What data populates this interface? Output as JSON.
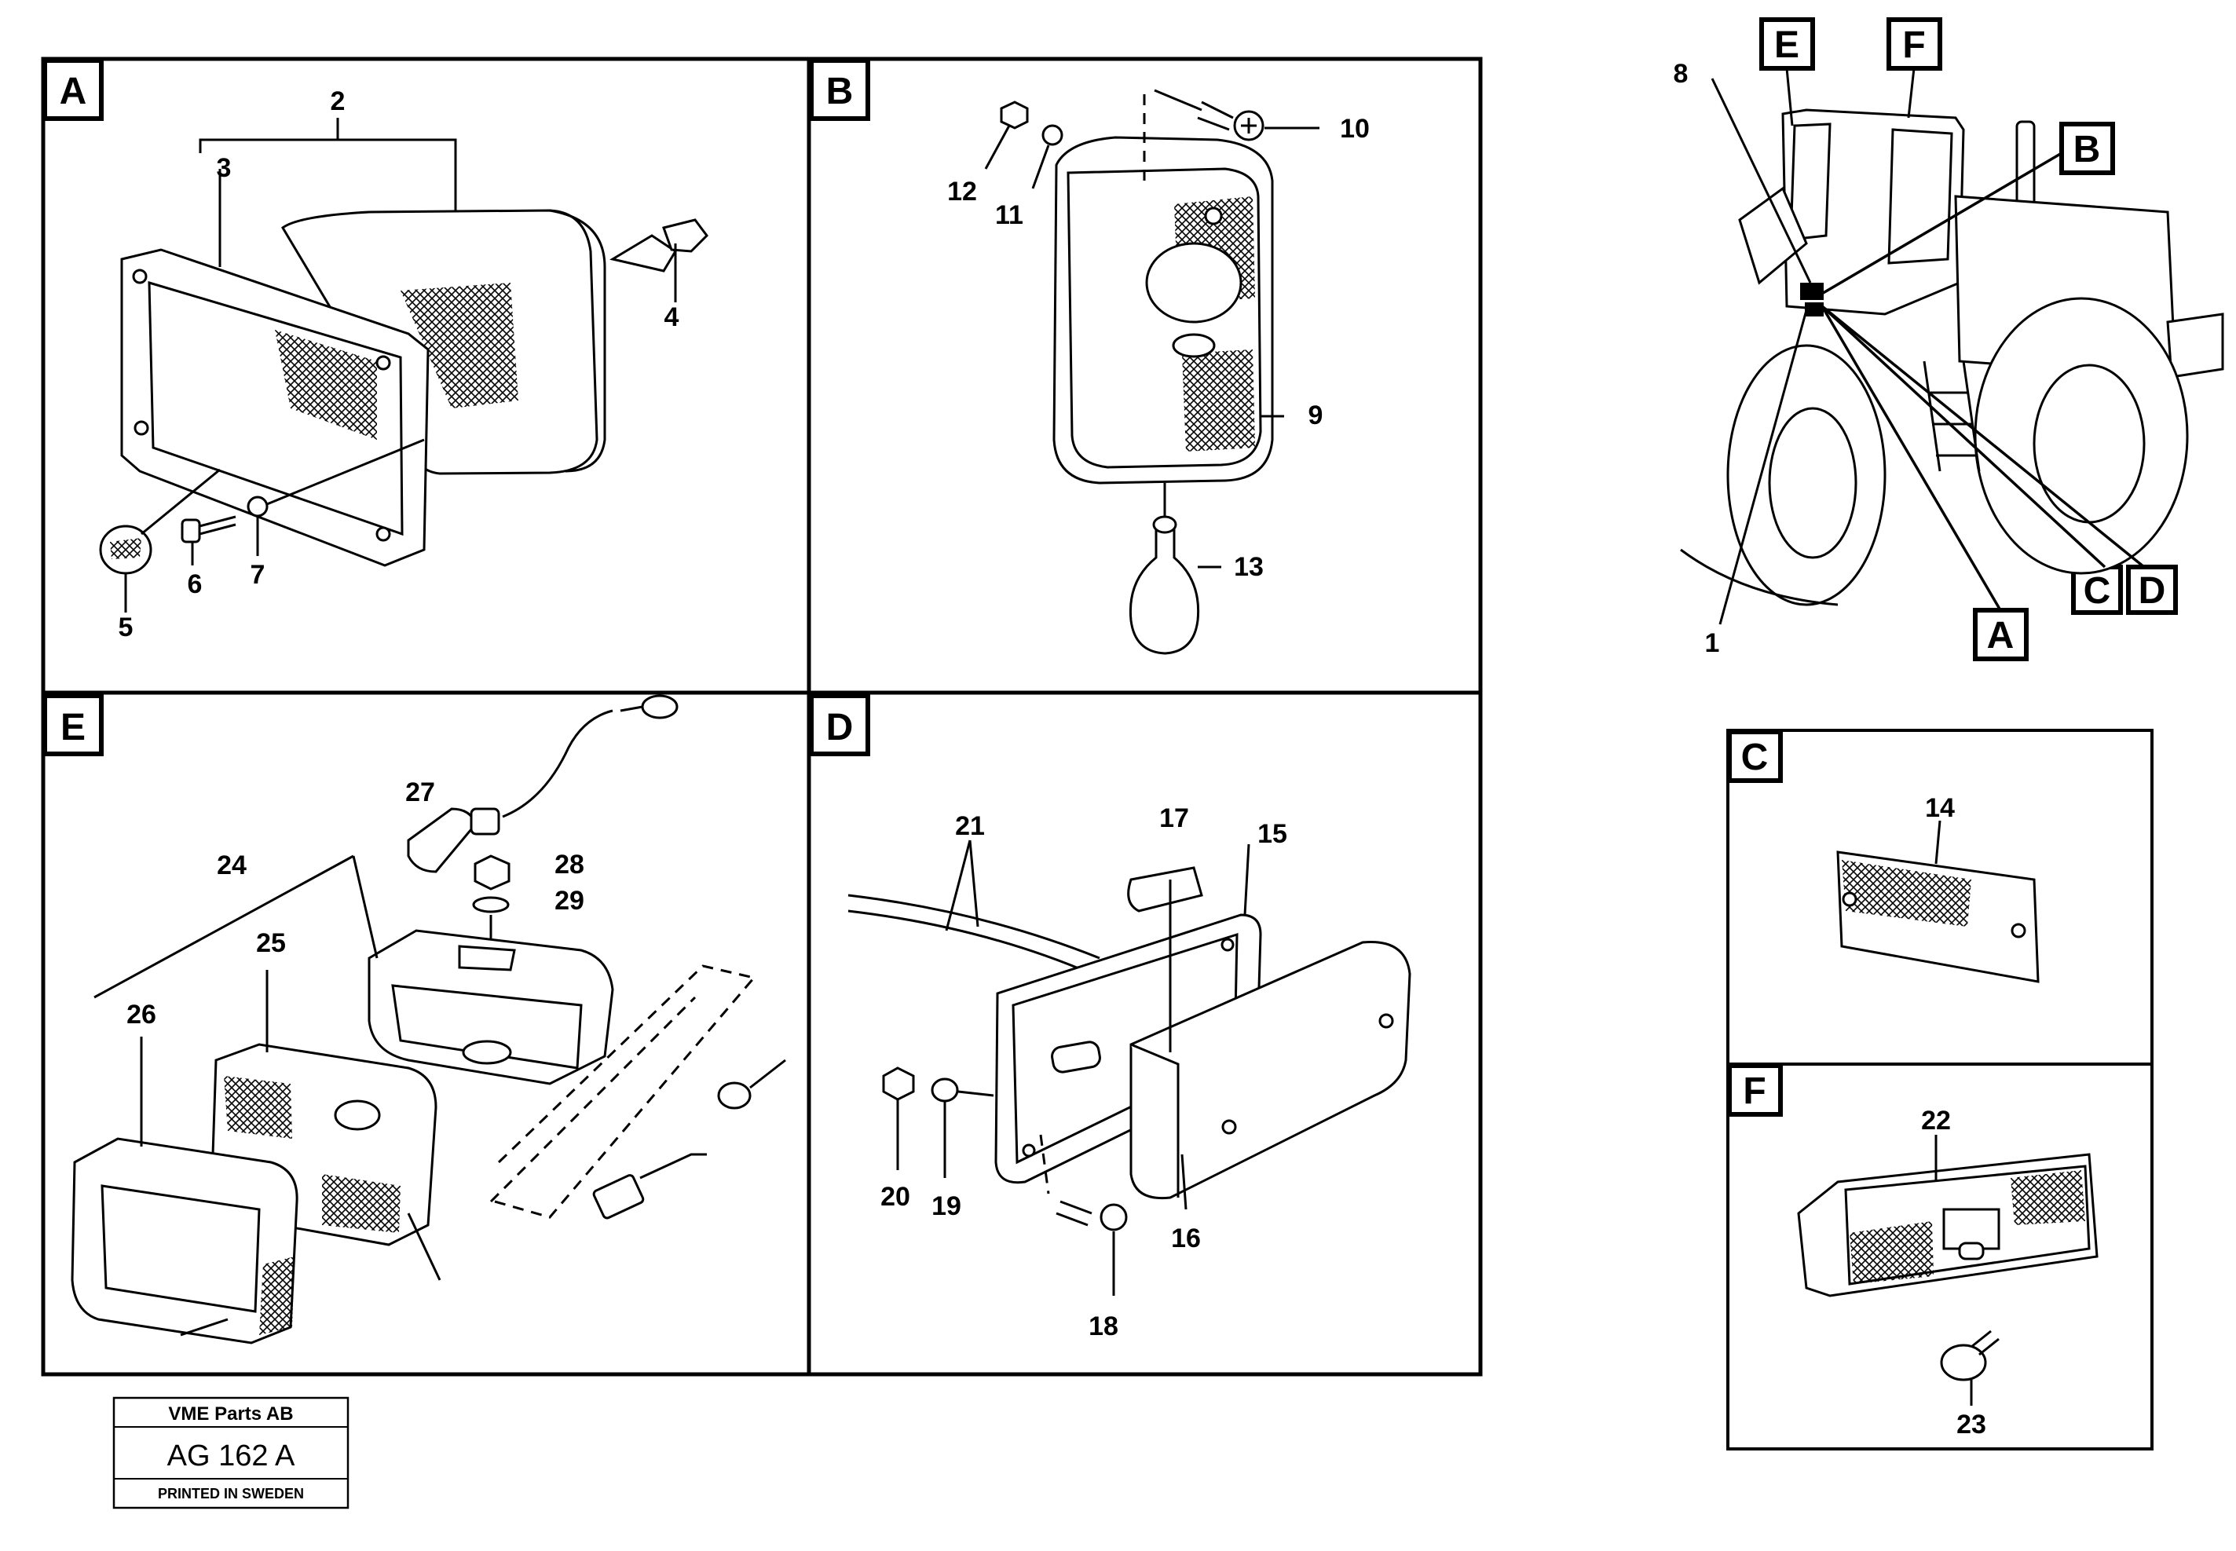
{
  "panels": [
    {
      "id": "A",
      "label": "A"
    },
    {
      "id": "B",
      "label": "B"
    },
    {
      "id": "E",
      "label": "E"
    },
    {
      "id": "D",
      "label": "D"
    },
    {
      "id": "C",
      "label": "C"
    },
    {
      "id": "F",
      "label": "F"
    }
  ],
  "overview_tags": {
    "E": "E",
    "F": "F",
    "B": "B",
    "A": "A",
    "C": "C",
    "D": "D"
  },
  "callouts": {
    "n1": "1",
    "n2": "2",
    "n3": "3",
    "n4": "4",
    "n5": "5",
    "n6": "6",
    "n7": "7",
    "n8": "8",
    "n9": "9",
    "n10": "10",
    "n11": "11",
    "n12": "12",
    "n13": "13",
    "n14": "14",
    "n15": "15",
    "n16": "16",
    "n17": "17",
    "n18": "18",
    "n19": "19",
    "n20": "20",
    "n21": "21",
    "n22": "22",
    "n23": "23",
    "n24": "24",
    "n25": "25",
    "n26": "26",
    "n27": "27",
    "n28": "28",
    "n29": "29"
  },
  "footer": {
    "company": "VME Parts AB",
    "code": "AG 162 A",
    "printed": "PRINTED IN SWEDEN"
  }
}
